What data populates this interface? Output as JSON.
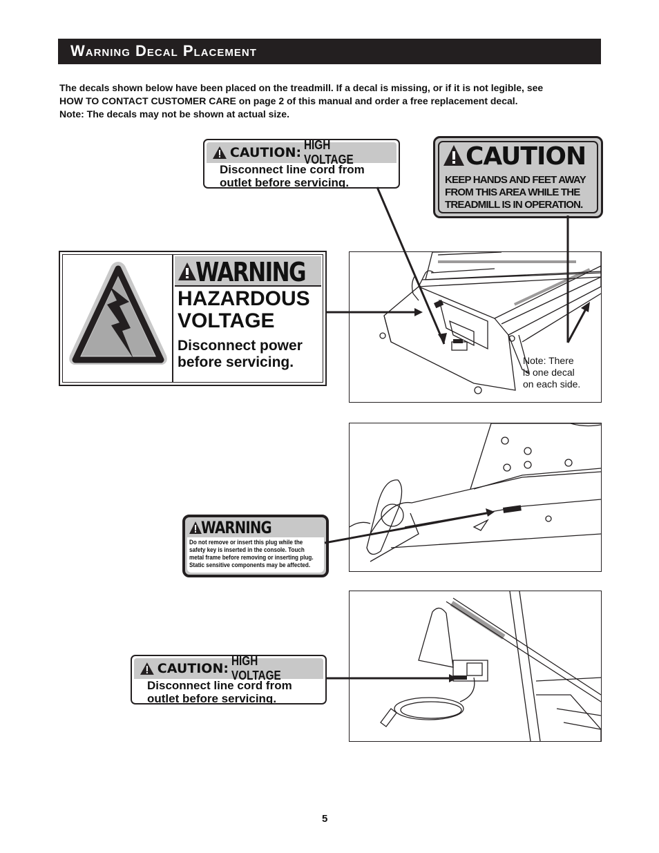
{
  "header": {
    "title": "Warning Decal Placement"
  },
  "intro": {
    "line1": "The decals shown below have been placed on the treadmill. If a decal is missing, or if it is not legible, see",
    "line2": "HOW TO CONTACT CUSTOMER CARE on page 2 of this manual and order a free replacement decal.",
    "line3": "Note: The decals may not be shown at actual size."
  },
  "decal_hv_top": {
    "caution": "CAUTION",
    "sep": ":",
    "high_voltage": "HIGH VOLTAGE",
    "line1": "Disconnect line cord from",
    "line2": "outlet before servicing."
  },
  "decal_caution_hands": {
    "title": "CAUTION",
    "line1": "KEEP HANDS AND FEET AWAY",
    "line2": "FROM THIS AREA WHILE THE",
    "line3": "TREADMILL IS IN OPERATION."
  },
  "decal_warning_voltage": {
    "title": "WARNING",
    "hazard1": "HAZARDOUS",
    "hazard2": "VOLTAGE",
    "line1": "Disconnect power",
    "line2": "before servicing."
  },
  "panel1_note": {
    "line1": "Note: There",
    "line2": "is one decal",
    "line3": "on each side."
  },
  "decal_warning_plug": {
    "title": "WARNING",
    "line1": "Do not remove or insert this plug while the",
    "line2": "safety key is inserted in the console.  Touch",
    "line3": "metal frame before removing or inserting plug.",
    "line4": "Static sensitive components may be affected."
  },
  "decal_hv_bottom": {
    "caution": "CAUTION",
    "sep": ":",
    "high_voltage": "HIGH VOLTAGE",
    "line1": "Disconnect line cord from",
    "line2": "outlet before servicing."
  },
  "footer": {
    "page_number": "5"
  },
  "colors": {
    "dark": "#231f20",
    "decal_gray": "#c8c8c8"
  }
}
